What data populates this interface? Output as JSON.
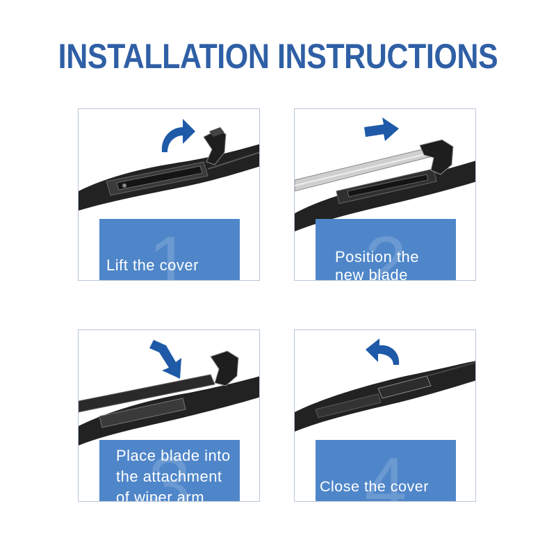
{
  "title": "INSTALLATION INSTRUCTIONS",
  "steps": [
    {
      "number": "1",
      "label": "Lift the cover"
    },
    {
      "number": "2",
      "label": "Position the new blade"
    },
    {
      "number": "3",
      "label": "Place blade into the attachment of wiper arm"
    },
    {
      "number": "4",
      "label": "Close the cover"
    }
  ],
  "chevron": "»",
  "colors": {
    "title": "#2f5fa5",
    "panel": "#4f86c9",
    "arrow": "#1e5aa8"
  }
}
